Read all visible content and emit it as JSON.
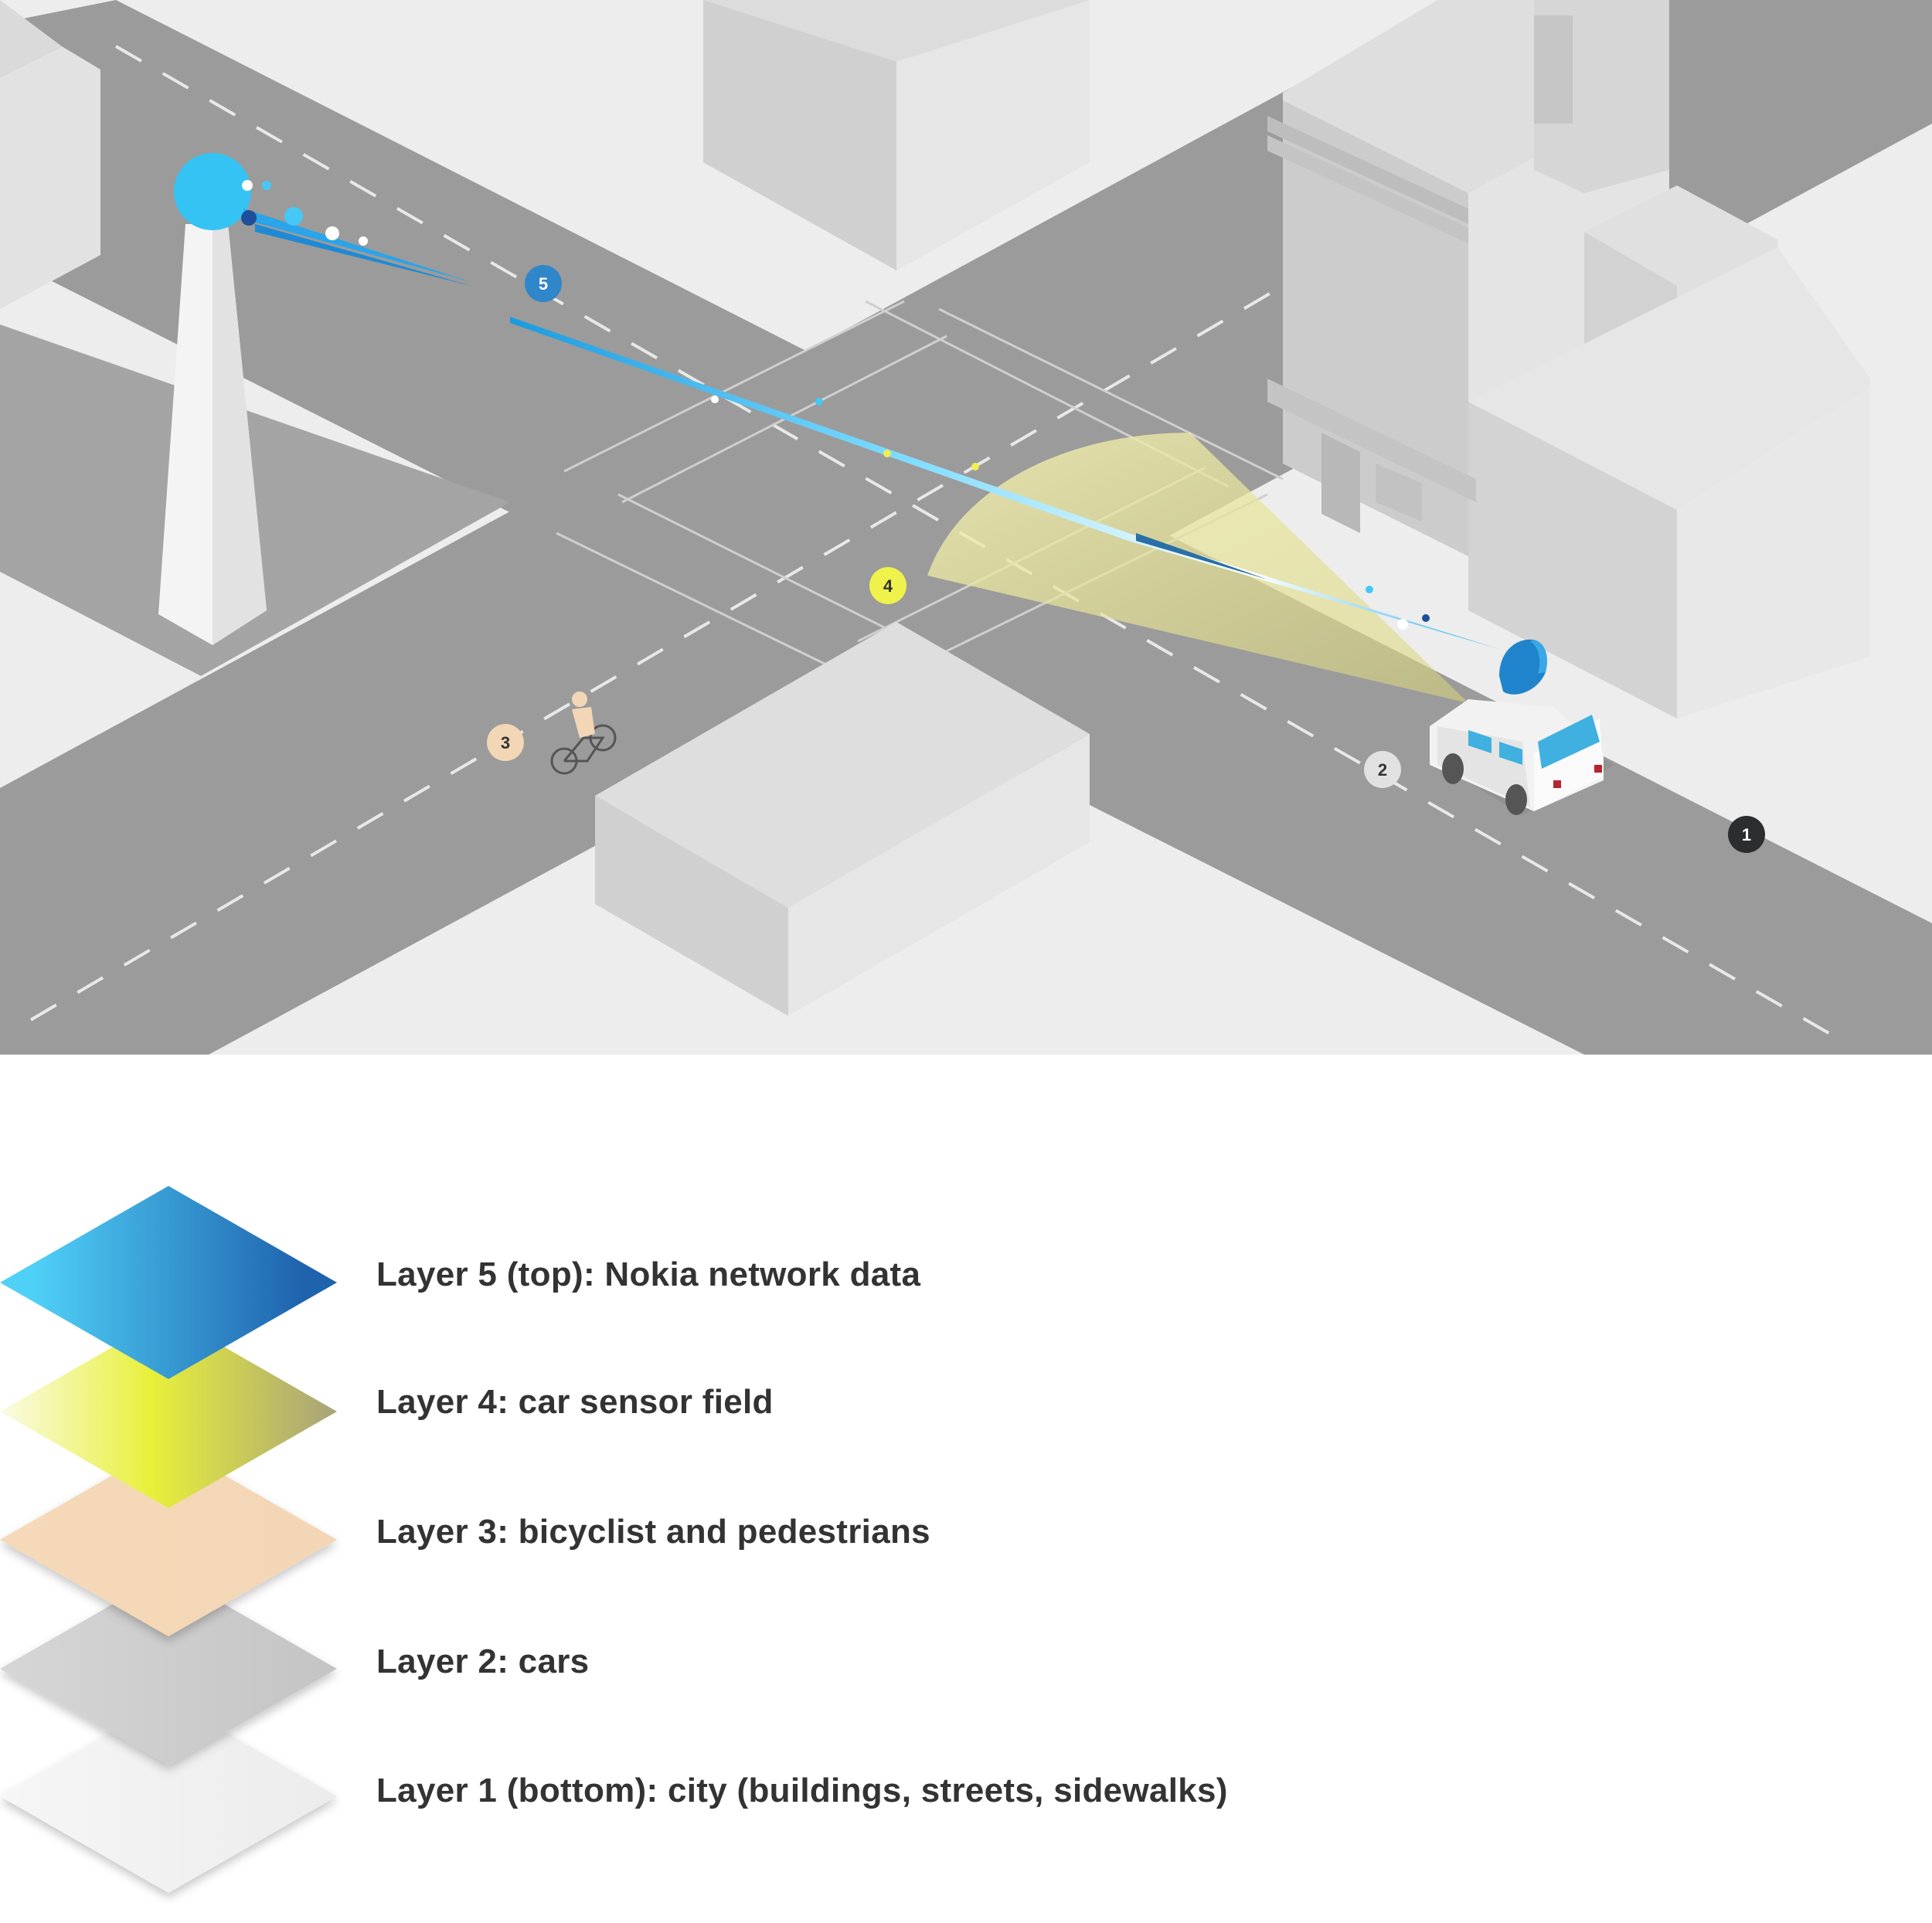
{
  "markers": [
    {
      "id": "1",
      "label": "1",
      "fill": "#2b2d2f",
      "text_color": "#ffffff"
    },
    {
      "id": "2",
      "label": "2",
      "fill": "#e1e1e1",
      "text_color": "#333333"
    },
    {
      "id": "3",
      "label": "3",
      "fill": "#f3d6b5",
      "text_color": "#333333"
    },
    {
      "id": "4",
      "label": "4",
      "fill": "#eef24a",
      "text_color": "#333333"
    },
    {
      "id": "5",
      "label": "5",
      "fill": "#2f86c9",
      "text_color": "#ffffff"
    }
  ],
  "legend": {
    "items": [
      {
        "key": "layer-5",
        "label": "Layer 5 (top): Nokia network data",
        "colors": [
          "#4fd0f7",
          "#1f63ad"
        ]
      },
      {
        "key": "layer-4",
        "label": "Layer 4: car sensor field",
        "colors": [
          "#fbfbe6",
          "#e8f03a",
          "#a8a27a"
        ]
      },
      {
        "key": "layer-3",
        "label": "Layer 3: bicyclist and pedestrians",
        "colors": [
          "#f5d9b8",
          "#f3d6b5"
        ]
      },
      {
        "key": "layer-2",
        "label": "Layer 2: cars",
        "colors": [
          "#d6d6d6",
          "#c4c4c4"
        ]
      },
      {
        "key": "layer-1",
        "label": "Layer 1 (bottom): city (buildings, streets, sidewalks)",
        "colors": [
          "#f6f6f6",
          "#ececec"
        ]
      }
    ]
  },
  "colors": {
    "road": "#9b9b9b",
    "sidewalk": "#ededed",
    "building_top": "#dcdcdc",
    "building_left": "#cfcfcf",
    "building_right": "#e4e4e4",
    "signal_blue": "#34c3f3",
    "sensor_yellow": "#ecea9a"
  }
}
